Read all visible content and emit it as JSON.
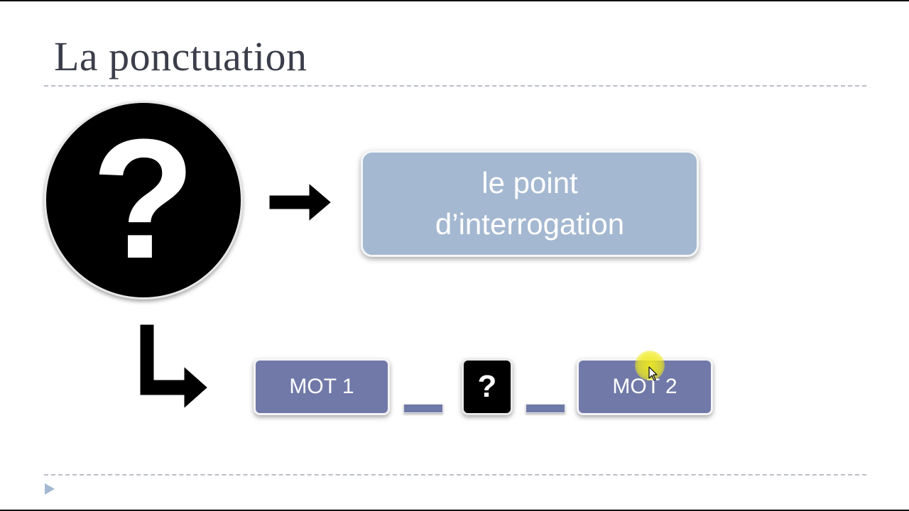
{
  "slide": {
    "title": "La ponctuation",
    "symbol": "?",
    "definition_line1": "le point",
    "definition_line2": "d’interrogation",
    "word1": "MOT 1",
    "word2": "MOT 2",
    "between_symbol": "?"
  },
  "icons": {
    "main_arrow": "right-arrow-icon",
    "elbow_arrow": "elbow-arrow-icon",
    "cursor": "mouse-cursor-icon",
    "footer_bullet": "triangle-bullet-icon"
  },
  "colors": {
    "title_text": "#3b3e4a",
    "definition_box": "#a4b8d1",
    "word_box": "#7179a8",
    "symbol_fill": "#000000",
    "cursor_highlight": "#f0eb1e",
    "bullet": "#a4b8d1"
  }
}
